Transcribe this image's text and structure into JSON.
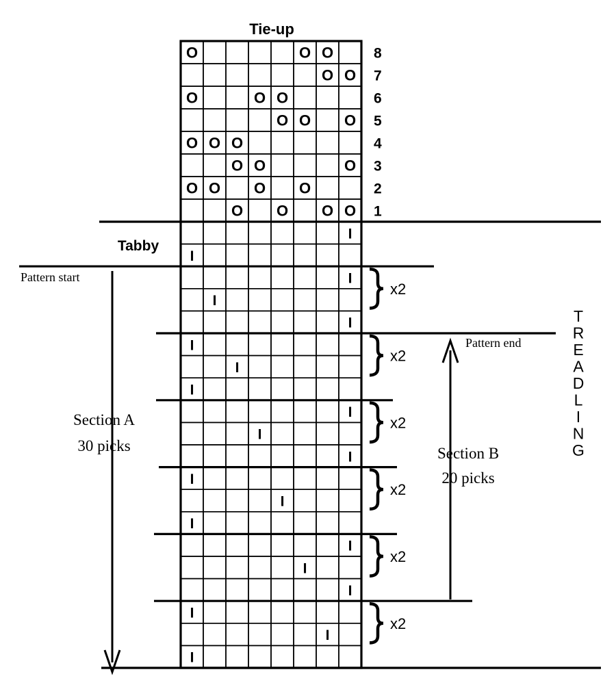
{
  "tieup": {
    "title": "Tie-up",
    "shaft_numbers": [
      "8",
      "7",
      "6",
      "5",
      "4",
      "3",
      "2",
      "1"
    ],
    "mark_symbol": "O",
    "rows": [
      [
        1,
        0,
        0,
        0,
        0,
        1,
        1,
        0
      ],
      [
        0,
        0,
        0,
        0,
        0,
        0,
        1,
        1
      ],
      [
        1,
        0,
        0,
        1,
        1,
        0,
        0,
        0
      ],
      [
        0,
        0,
        0,
        0,
        1,
        1,
        0,
        1
      ],
      [
        1,
        1,
        1,
        0,
        0,
        0,
        0,
        0
      ],
      [
        0,
        0,
        1,
        1,
        0,
        0,
        0,
        1
      ],
      [
        1,
        1,
        0,
        1,
        0,
        1,
        0,
        0
      ],
      [
        0,
        0,
        1,
        0,
        1,
        0,
        1,
        1
      ]
    ]
  },
  "treadling": {
    "vertical_label": "TREADLING",
    "mark_symbol": "I",
    "tabby_label": "Tabby",
    "tabby_treadles": [
      8,
      1
    ],
    "sections": [
      {
        "treadles": [
          8,
          2,
          8
        ],
        "repeat": "x2"
      },
      {
        "treadles": [
          1,
          3,
          1
        ],
        "repeat": "x2"
      },
      {
        "treadles": [
          8,
          4,
          8
        ],
        "repeat": "x2"
      },
      {
        "treadles": [
          1,
          5,
          1
        ],
        "repeat": "x2"
      },
      {
        "treadles": [
          8,
          6,
          8
        ],
        "repeat": "x2"
      },
      {
        "treadles": [
          1,
          7,
          1
        ],
        "repeat": "x2"
      }
    ]
  },
  "annotations": {
    "pattern_start": "Pattern start",
    "pattern_end": "Pattern end",
    "section_a_line1": "Section A",
    "section_a_line2": "30 picks",
    "section_b_line1": "Section B",
    "section_b_line2": "20 picks"
  }
}
